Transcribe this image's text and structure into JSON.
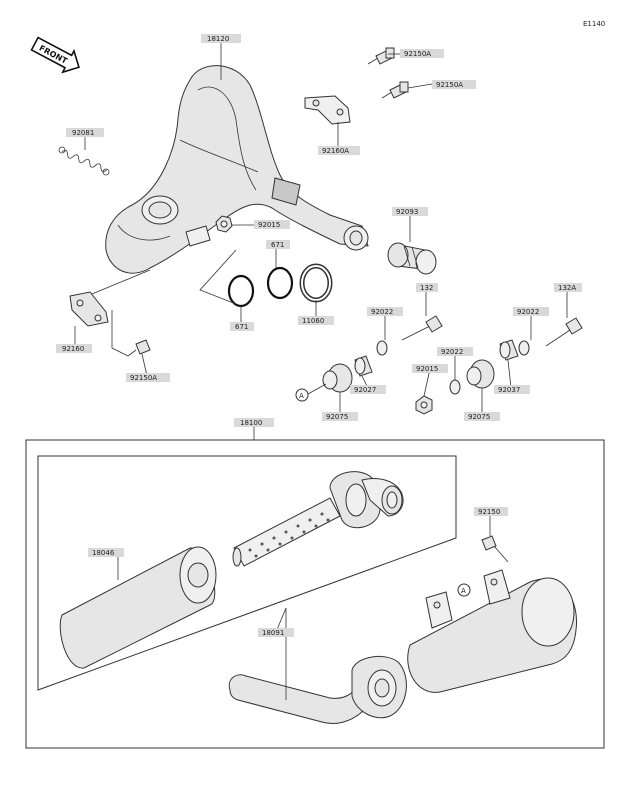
{
  "diagram": {
    "code": "E1140",
    "front_label": "FRONT",
    "callout": "A",
    "parts": {
      "p18120": "18120",
      "p92150A_1": "92150A",
      "p92150A_2": "92150A",
      "p92160A": "92160A",
      "p92081": "92081",
      "p92015": "92015",
      "p671_top": "671",
      "p671_bottom": "671",
      "p11060": "11060",
      "p92093": "92093",
      "p132": "132",
      "p132A": "132A",
      "p92022_1": "92022",
      "p92022_2": "92022",
      "p92022_3": "92022",
      "p92160": "92160",
      "p92150A_3": "92150A",
      "p92027": "92027",
      "p92037": "92037",
      "p92075_1": "92075",
      "p92075_2": "92075",
      "p92015_2": "92015",
      "p18100": "18100",
      "p18046": "18046",
      "p18091": "18091",
      "p92150": "92150"
    }
  }
}
